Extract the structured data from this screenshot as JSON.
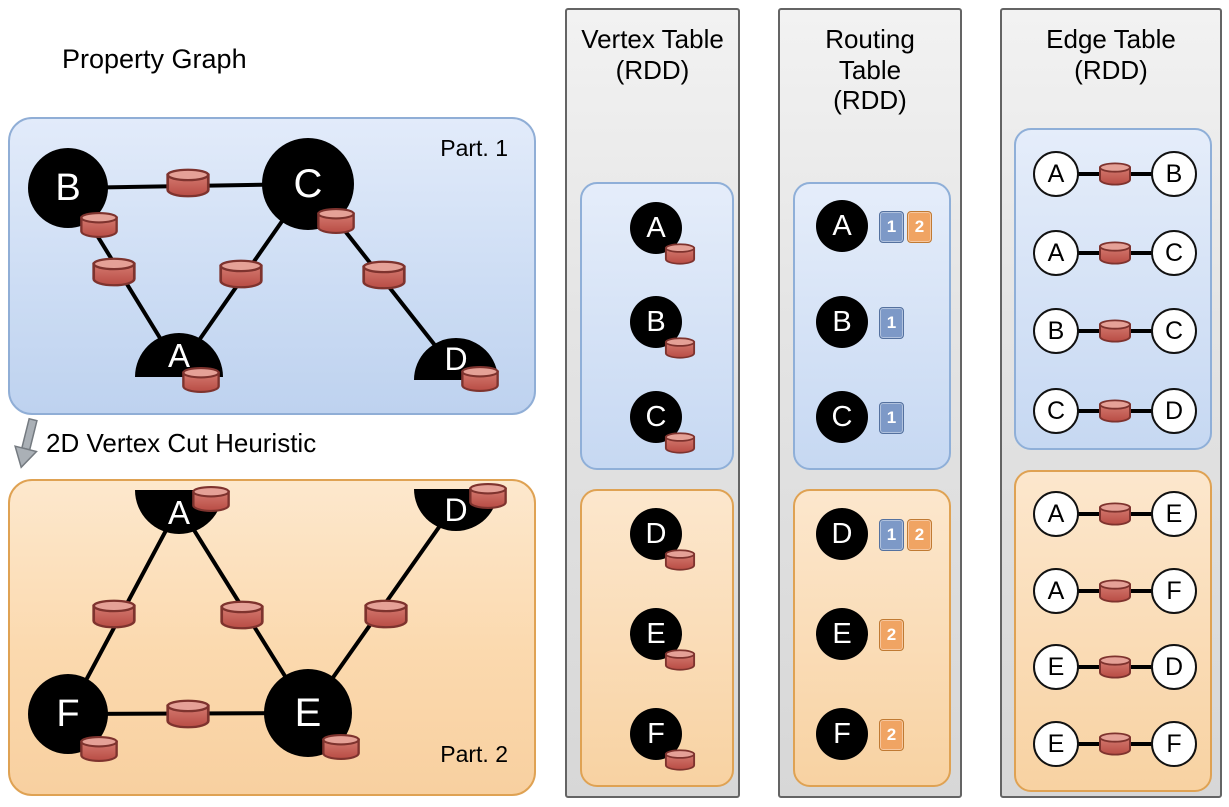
{
  "property_graph": {
    "title": "Property Graph",
    "cut_label": "2D Vertex Cut Heuristic",
    "part1": {
      "label": "Part. 1",
      "vertices": [
        "B",
        "C",
        "A",
        "D"
      ],
      "edges": [
        "B-C",
        "B-A",
        "C-A",
        "C-D"
      ]
    },
    "part2": {
      "label": "Part. 2",
      "vertices": [
        "A",
        "D",
        "F",
        "E"
      ],
      "edges": [
        "A-F",
        "A-E",
        "F-E",
        "E-D"
      ]
    }
  },
  "vertex_table": {
    "title_line1": "Vertex Table",
    "title_line2": "(RDD)",
    "part1": [
      "A",
      "B",
      "C"
    ],
    "part2": [
      "D",
      "E",
      "F"
    ]
  },
  "routing_table": {
    "title_line1": "Routing",
    "title_line2": "Table",
    "title_line3": "(RDD)",
    "part1": [
      {
        "vertex": "A",
        "partitions": [
          "1",
          "2"
        ]
      },
      {
        "vertex": "B",
        "partitions": [
          "1"
        ]
      },
      {
        "vertex": "C",
        "partitions": [
          "1"
        ]
      }
    ],
    "part2": [
      {
        "vertex": "D",
        "partitions": [
          "1",
          "2"
        ]
      },
      {
        "vertex": "E",
        "partitions": [
          "2"
        ]
      },
      {
        "vertex": "F",
        "partitions": [
          "2"
        ]
      }
    ]
  },
  "edge_table": {
    "title_line1": "Edge Table",
    "title_line2": "(RDD)",
    "part1": [
      {
        "src": "A",
        "dst": "B"
      },
      {
        "src": "A",
        "dst": "C"
      },
      {
        "src": "B",
        "dst": "C"
      },
      {
        "src": "C",
        "dst": "D"
      }
    ],
    "part2": [
      {
        "src": "A",
        "dst": "E"
      },
      {
        "src": "A",
        "dst": "F"
      },
      {
        "src": "E",
        "dst": "D"
      },
      {
        "src": "E",
        "dst": "F"
      }
    ]
  },
  "colors": {
    "partition1_fill": "#cdddf4",
    "partition1_border": "#90aed6",
    "partition2_fill": "#fbd9ae",
    "partition2_border": "#dfa253",
    "cylinder_body": "#c4564e",
    "cylinder_top": "#e5a197",
    "cylinder_outline": "#7e332e",
    "badge_partition1": "#7d99c7",
    "badge_partition2": "#f0a463",
    "vertex_fill": "#000000",
    "column_border": "#646464"
  }
}
